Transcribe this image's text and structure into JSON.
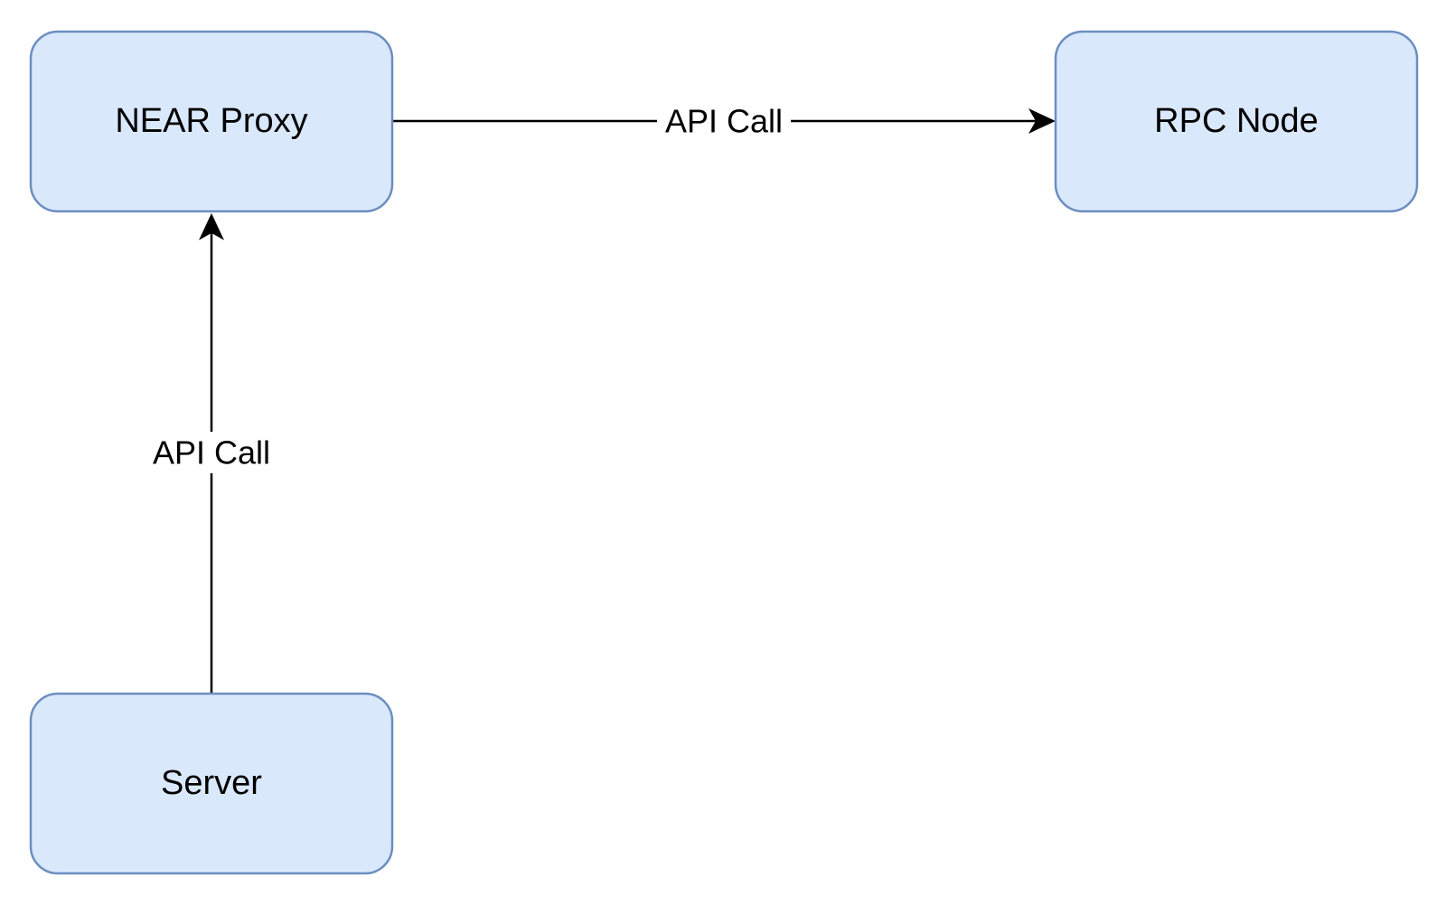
{
  "nodes": {
    "near_proxy": {
      "label": "NEAR Proxy"
    },
    "rpc_node": {
      "label": "RPC Node"
    },
    "server": {
      "label": "Server"
    }
  },
  "edges": {
    "proxy_to_rpc": {
      "label": "API Call",
      "from": "near_proxy",
      "to": "rpc_node"
    },
    "server_to_proxy": {
      "label": "API Call",
      "from": "server",
      "to": "near_proxy"
    }
  },
  "colors": {
    "node_fill": "#dae8fc",
    "node_stroke": "#6c8ebf",
    "edge_stroke": "#000000"
  }
}
